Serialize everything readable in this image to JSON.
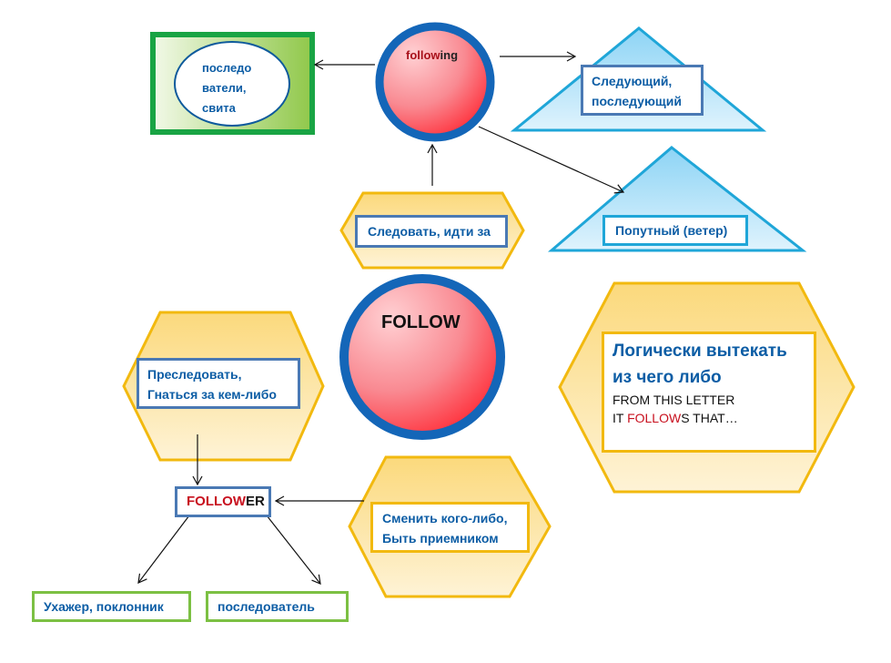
{
  "colors": {
    "label_text": "#0c5da5",
    "highlight_red": "#c8101e",
    "black": "#111111",
    "circle_border": "#1466b8",
    "hex_border": "#f2b90f",
    "triangle_border": "#1fa6d8",
    "green_border": "#19a444"
  },
  "center": {
    "word": "FOLLOW"
  },
  "following": {
    "word_part_highlight": "follow",
    "word_part_suffix": "ing"
  },
  "nodes": {
    "retinue": [
      "последо",
      "ватели,",
      "свита"
    ],
    "next": [
      "Следующий,",
      "последующий"
    ],
    "fair_wind": "Попутный (ветер)",
    "follow_go": "Следовать, идти за",
    "pursue": [
      "Преследовать,",
      "Гнаться за кем-либо"
    ],
    "logic": {
      "title_lines": [
        "Логически вытекать",
        "из чего либо"
      ],
      "example_line1": "FROM THIS LETTER",
      "example_prefix": "IT ",
      "example_highlight": "FOLLOW",
      "example_suffix": "S THAT…"
    },
    "follower": {
      "highlight": "FOLLOW",
      "suffix": "ER"
    },
    "succeed": [
      "Сменить кого-либо,",
      "Быть приемником"
    ],
    "admirer": "Ухажер, поклонник",
    "adherent": "последователь"
  }
}
